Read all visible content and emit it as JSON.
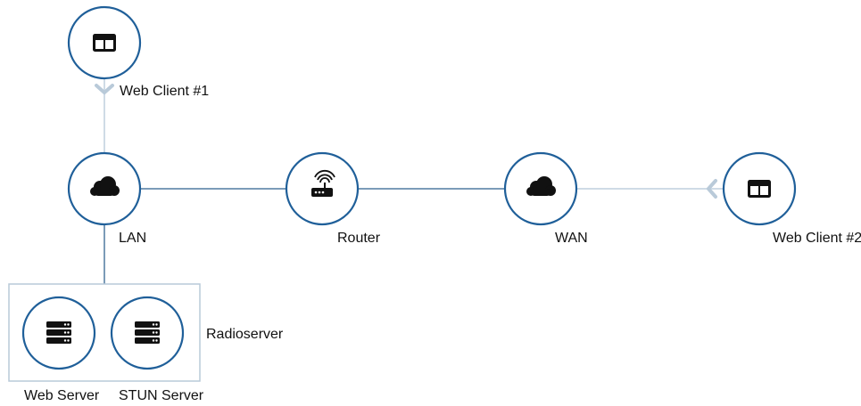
{
  "nodes": {
    "web_client_1": {
      "label": "Web Client #1",
      "icon": "browser-window-icon"
    },
    "lan": {
      "label": "LAN",
      "icon": "cloud-icon"
    },
    "router": {
      "label": "Router",
      "icon": "wifi-router-icon"
    },
    "wan": {
      "label": "WAN",
      "icon": "cloud-icon"
    },
    "web_client_2": {
      "label": "Web Client #2",
      "icon": "browser-window-icon"
    },
    "web_server": {
      "label": "Web Server",
      "icon": "server-stack-icon"
    },
    "stun_server": {
      "label": "STUN Server",
      "icon": "server-stack-icon"
    }
  },
  "group": {
    "label": "Radioserver"
  },
  "colors": {
    "node_stroke": "#1f5f99",
    "active_link": "#7b9bb8",
    "faded_link": "#cfdbe6",
    "group_border": "#b9cad9",
    "icon_fill": "#111111"
  }
}
